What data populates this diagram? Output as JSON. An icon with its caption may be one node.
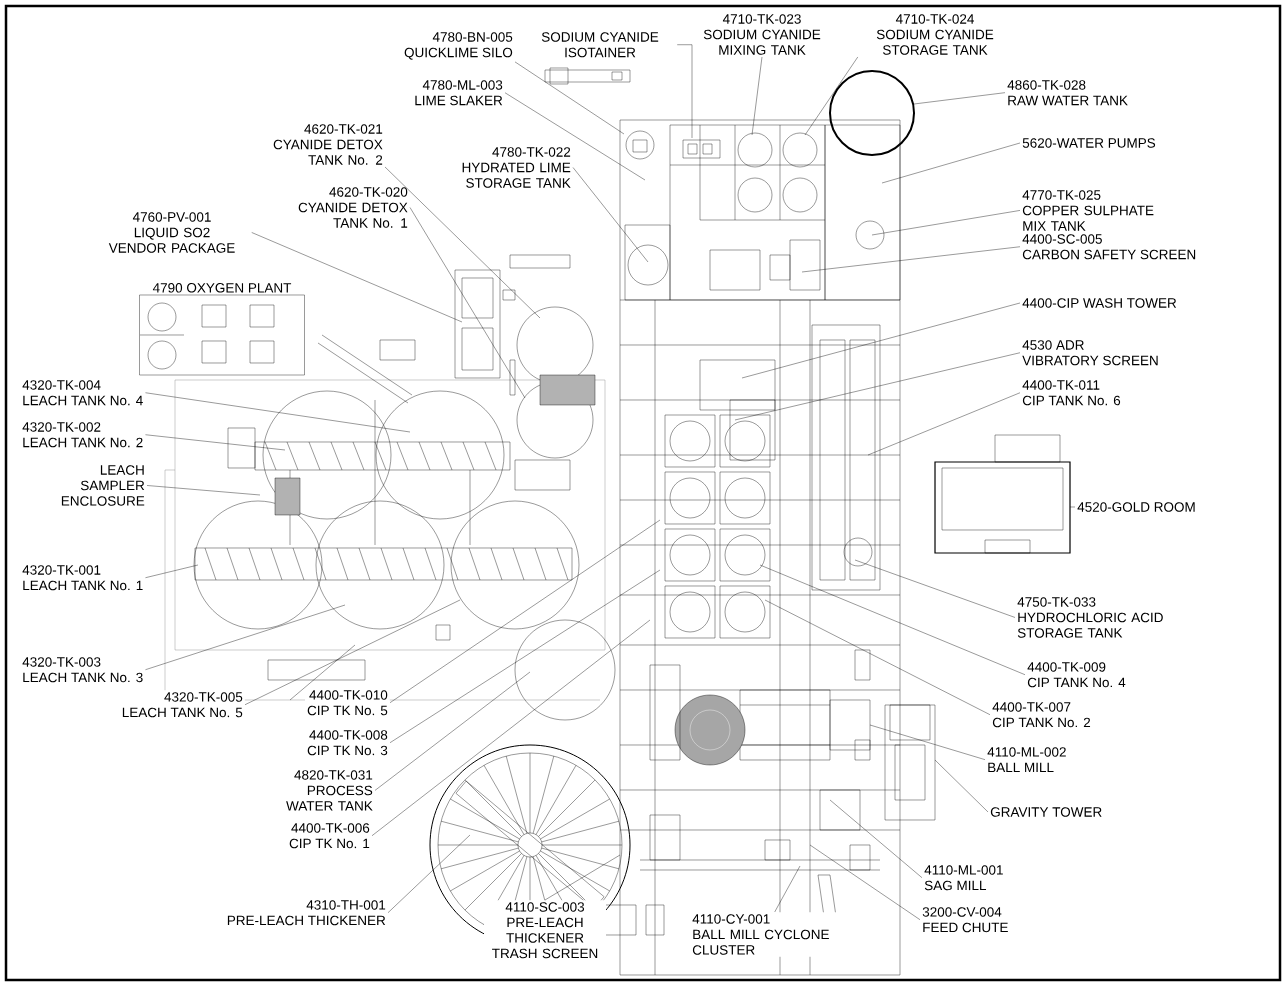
{
  "diagram": {
    "nodes": [
      {
        "text": [
          "4780-BN-005",
          "QUICKLIME SILO"
        ]
      },
      {
        "text": [
          "SODIUM CYANIDE ISOTAINER"
        ]
      },
      {
        "text": [
          "4710-TK-023",
          "SODIUM CYANIDE MIXING TANK"
        ]
      },
      {
        "text": [
          "4710-TK-024",
          "SODIUM CYANIDE STORAGE TANK"
        ]
      },
      {
        "text": [
          "4860-TK-028",
          "RAW WATER TANK"
        ]
      },
      {
        "text": [
          "4780-ML-003",
          "LIME SLAKER"
        ]
      },
      {
        "text": [
          "5620-WATER PUMPS"
        ]
      },
      {
        "text": [
          "4620-TK-021",
          "CYANIDE DETOX TANK No. 2"
        ]
      },
      {
        "text": [
          "4780-TK-022",
          "HYDRATED LIME STORAGE TANK"
        ]
      },
      {
        "text": [
          "4770-TK-025",
          "COPPER SULPHATE MIX TANK"
        ]
      },
      {
        "text": [
          "4620-TK-020",
          "CYANIDE DETOX TANK No. 1"
        ]
      },
      {
        "text": [
          "4760-PV-001",
          "LIQUID SO2 VENDOR PACKAGE"
        ]
      },
      {
        "text": [
          "4400-SC-005",
          "CARBON SAFETY SCREEN"
        ]
      },
      {
        "text": [
          "4790 OXYGEN PLANT"
        ]
      },
      {
        "text": [
          "4400-CIP WASH TOWER"
        ]
      },
      {
        "text": [
          "4530 ADR",
          "VIBRATORY SCREEN"
        ]
      },
      {
        "text": [
          "4320-TK-004",
          "LEACH TANK No. 4"
        ]
      },
      {
        "text": [
          "4400-TK-011",
          "CIP TANK No. 6"
        ]
      },
      {
        "text": [
          "4320-TK-002",
          "LEACH TANK No. 2"
        ]
      },
      {
        "text": [
          "LEACH SAMPLER ENCLOSURE"
        ]
      },
      {
        "text": [
          "4520-GOLD ROOM"
        ]
      },
      {
        "text": [
          "4320-TK-001",
          "LEACH TANK No. 1"
        ]
      },
      {
        "text": [
          "4750-TK-033",
          "HYDROCHLORIC ACID STORAGE TANK"
        ]
      },
      {
        "text": [
          "4320-TK-003",
          "LEACH TANK No. 3"
        ]
      },
      {
        "text": [
          "4400-TK-009",
          "CIP TANK No. 4"
        ]
      },
      {
        "text": [
          "4320-TK-005",
          "LEACH TANK No. 5"
        ]
      },
      {
        "text": [
          "4400-TK-010",
          "CIP TK No. 5"
        ]
      },
      {
        "text": [
          "4400-TK-007",
          "CIP TANK No. 2"
        ]
      },
      {
        "text": [
          "4400-TK-008",
          "CIP TK No. 3"
        ]
      },
      {
        "text": [
          "4110-ML-002",
          "BALL MILL"
        ]
      },
      {
        "text": [
          "4820-TK-031",
          "PROCESS WATER TANK"
        ]
      },
      {
        "text": [
          "GRAVITY TOWER"
        ]
      },
      {
        "text": [
          "4400-TK-006",
          "CIP TK No. 1"
        ]
      },
      {
        "text": [
          "4110-ML-001",
          "SAG MILL"
        ]
      },
      {
        "text": [
          "4310-TH-001",
          "PRE-LEACH THICKENER"
        ]
      },
      {
        "text": [
          "4110-SC-003",
          "PRE-LEACH THICKENER TRASH SCREEN"
        ]
      },
      {
        "text": [
          "4110-CY-001",
          "BALL MILL CYCLONE CLUSTER"
        ]
      },
      {
        "text": [
          "3200-CV-004",
          "FEED CHUTE"
        ]
      }
    ],
    "edges": [
      {
        "from": 0,
        "to": null,
        "arrow": "none"
      },
      {
        "from": 1,
        "to": null,
        "arrow": "none"
      },
      {
        "from": 2,
        "to": null,
        "arrow": "none"
      },
      {
        "from": 3,
        "to": null,
        "arrow": "none"
      },
      {
        "from": 4,
        "to": null,
        "arrow": "none"
      },
      {
        "from": 5,
        "to": null,
        "arrow": "none"
      },
      {
        "from": 6,
        "to": null,
        "arrow": "none"
      },
      {
        "from": 7,
        "to": null,
        "arrow": "none"
      },
      {
        "from": 8,
        "to": null,
        "arrow": "none"
      },
      {
        "from": 9,
        "to": null,
        "arrow": "none"
      },
      {
        "from": 10,
        "to": null,
        "arrow": "none"
      },
      {
        "from": 11,
        "to": null,
        "arrow": "none"
      },
      {
        "from": 12,
        "to": null,
        "arrow": "none"
      },
      {
        "from": 14,
        "to": null,
        "arrow": "none"
      },
      {
        "from": 15,
        "to": null,
        "arrow": "none"
      },
      {
        "from": 16,
        "to": null,
        "arrow": "none"
      },
      {
        "from": 17,
        "to": null,
        "arrow": "none"
      },
      {
        "from": 18,
        "to": null,
        "arrow": "none"
      },
      {
        "from": 19,
        "to": null,
        "arrow": "none"
      },
      {
        "from": 20,
        "to": null,
        "arrow": "none"
      },
      {
        "from": 21,
        "to": null,
        "arrow": "none"
      },
      {
        "from": 22,
        "to": null,
        "arrow": "none"
      },
      {
        "from": 23,
        "to": null,
        "arrow": "none"
      },
      {
        "from": 24,
        "to": null,
        "arrow": "none"
      },
      {
        "from": 25,
        "to": null,
        "arrow": "none"
      },
      {
        "from": 26,
        "to": null,
        "arrow": "none"
      },
      {
        "from": 27,
        "to": null,
        "arrow": "none"
      },
      {
        "from": 28,
        "to": null,
        "arrow": "none"
      },
      {
        "from": 29,
        "to": null,
        "arrow": "none"
      },
      {
        "from": 30,
        "to": null,
        "arrow": "none"
      },
      {
        "from": 31,
        "to": null,
        "arrow": "none"
      },
      {
        "from": 32,
        "to": null,
        "arrow": "none"
      },
      {
        "from": 33,
        "to": null,
        "arrow": "none"
      },
      {
        "from": 34,
        "to": null,
        "arrow": "none"
      },
      {
        "from": 35,
        "to": null,
        "arrow": "none"
      },
      {
        "from": 36,
        "to": null,
        "arrow": "none"
      },
      {
        "from": 37,
        "to": null,
        "arrow": "none"
      }
    ]
  }
}
